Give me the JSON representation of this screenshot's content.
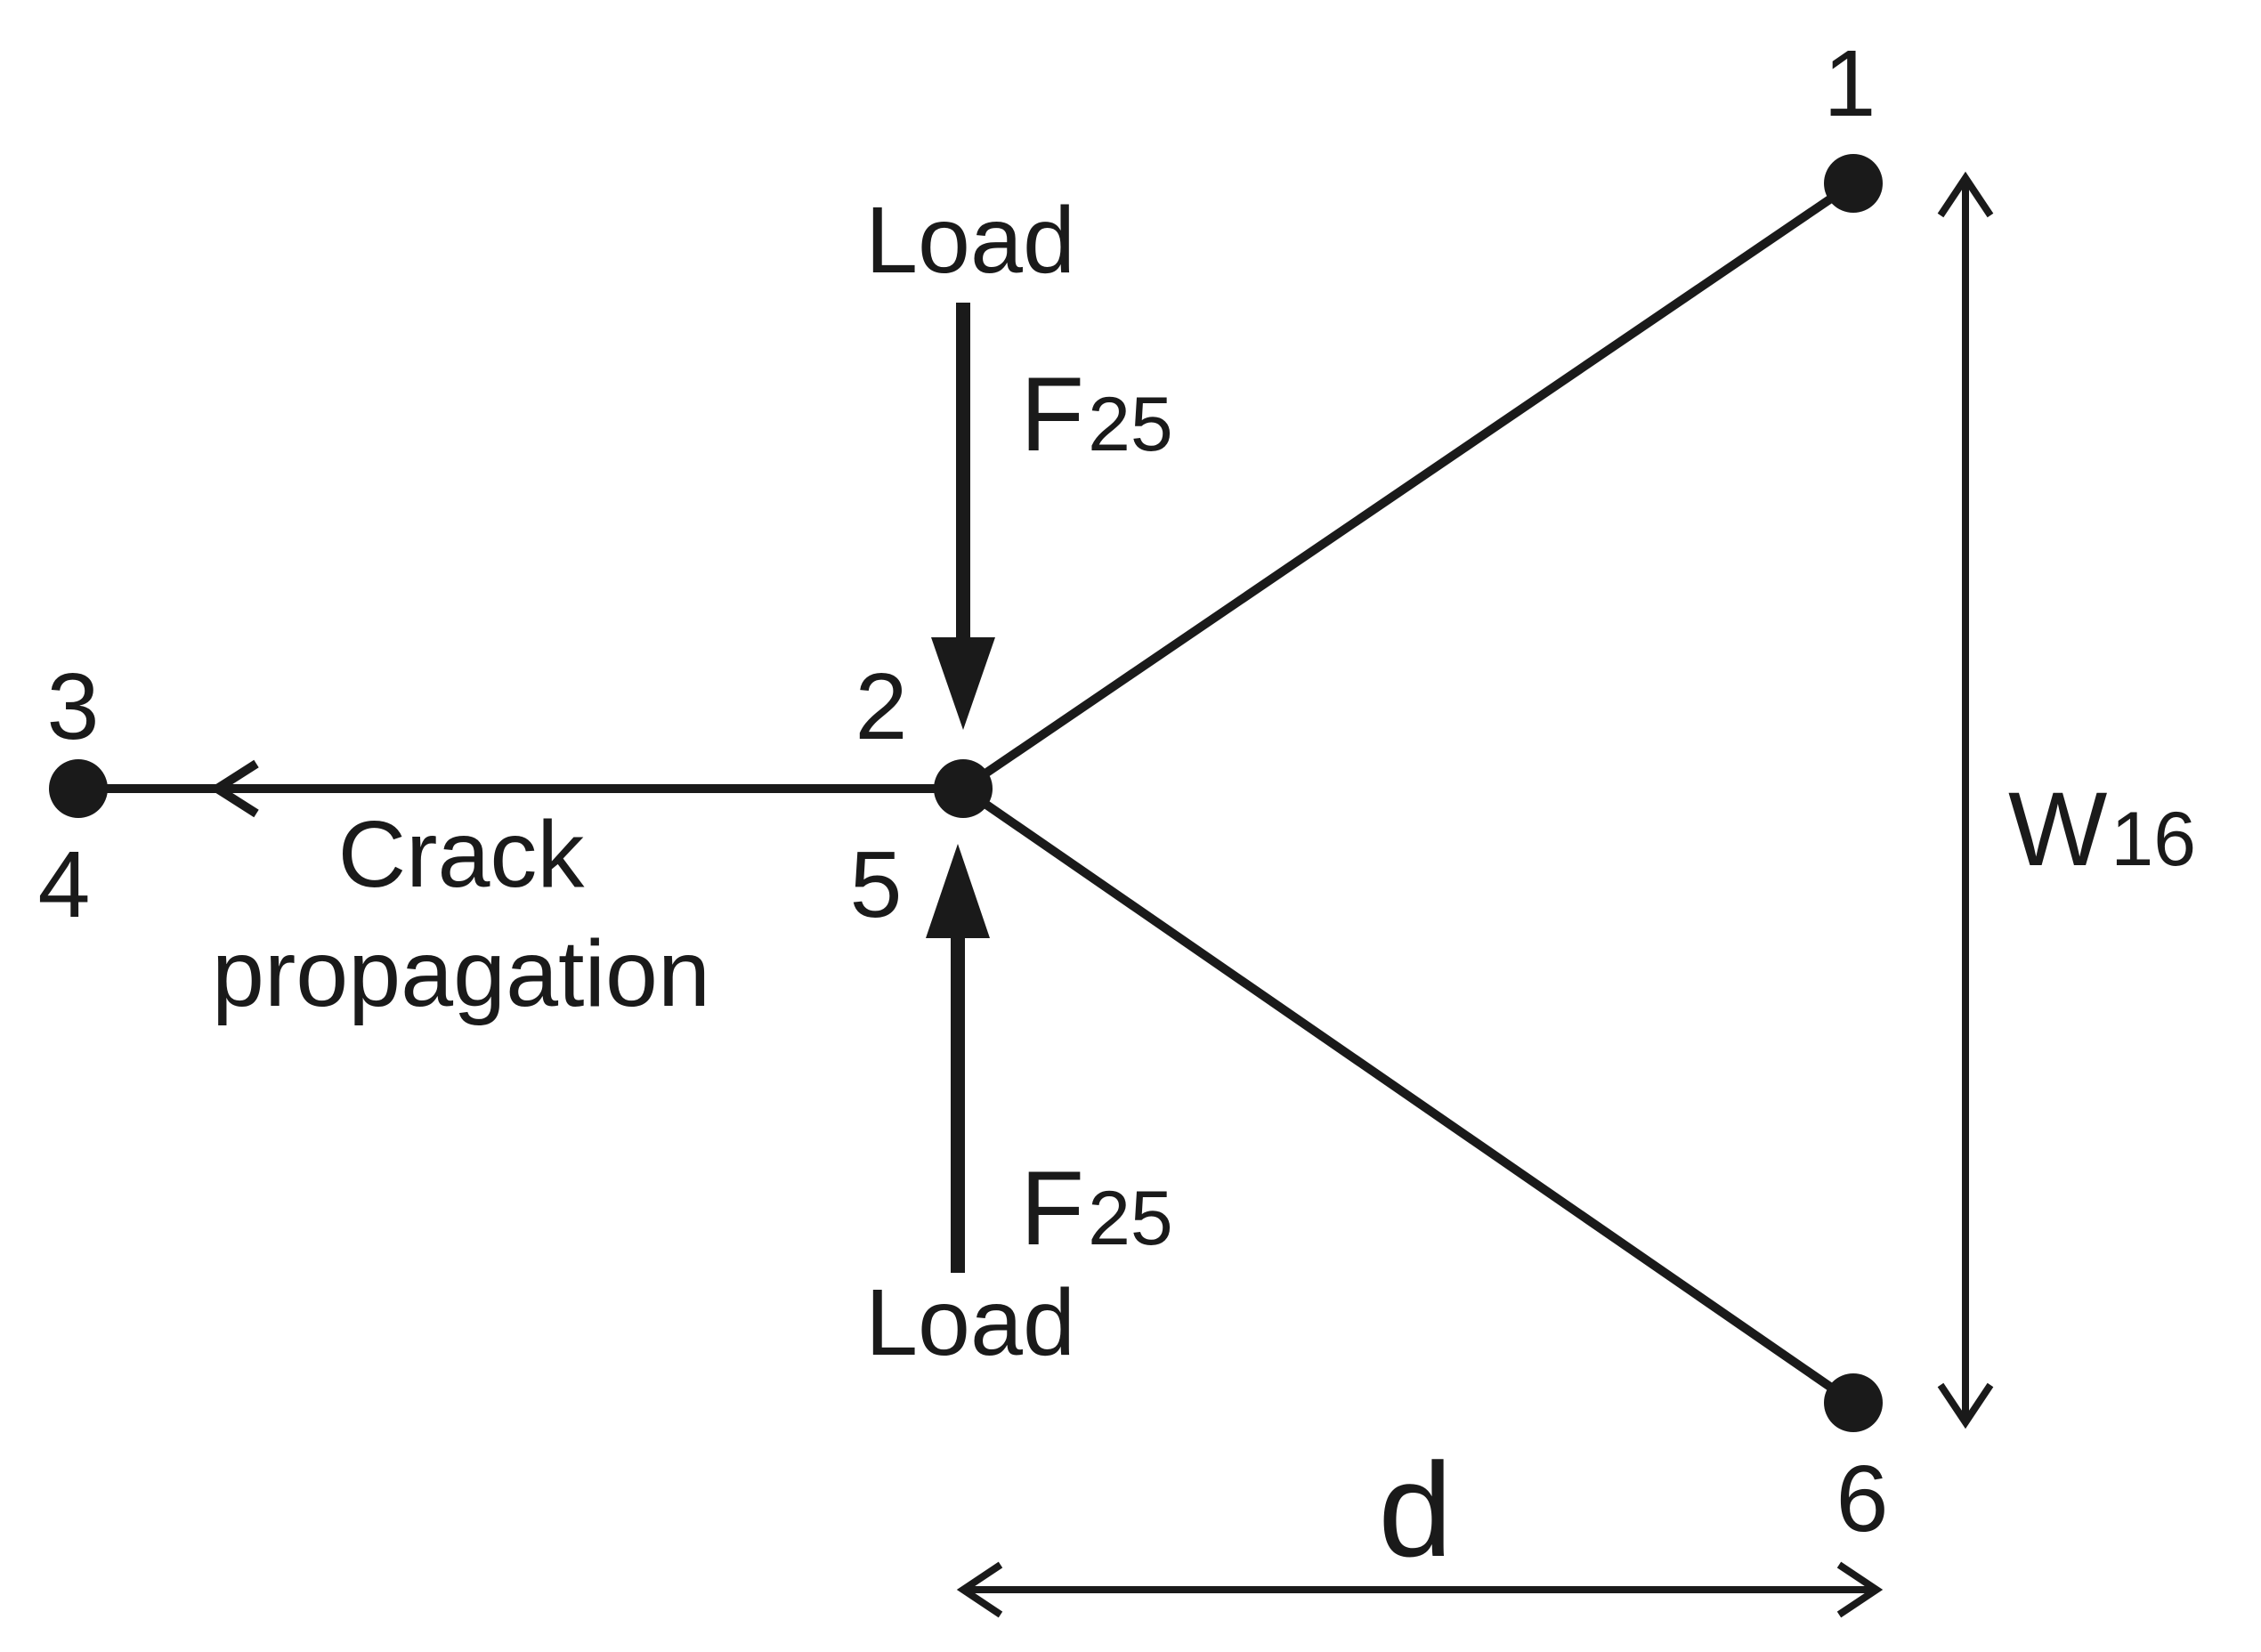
{
  "diagram": {
    "nodes": {
      "n1": "1",
      "n2": "2",
      "n3": "3",
      "n4": "4",
      "n5": "5",
      "n6": "6"
    },
    "load_top": "Load",
    "load_bottom": "Load",
    "force_top": {
      "main": "F",
      "sub": "25"
    },
    "force_bottom": {
      "main": "F",
      "sub": "25"
    },
    "crack_line1": "Crack",
    "crack_line2": "propagation",
    "width_label": {
      "main": "W",
      "sub": "16"
    },
    "distance_label": "d",
    "colors": {
      "stroke": "#1a1a1a",
      "background": "#ffffff"
    }
  }
}
